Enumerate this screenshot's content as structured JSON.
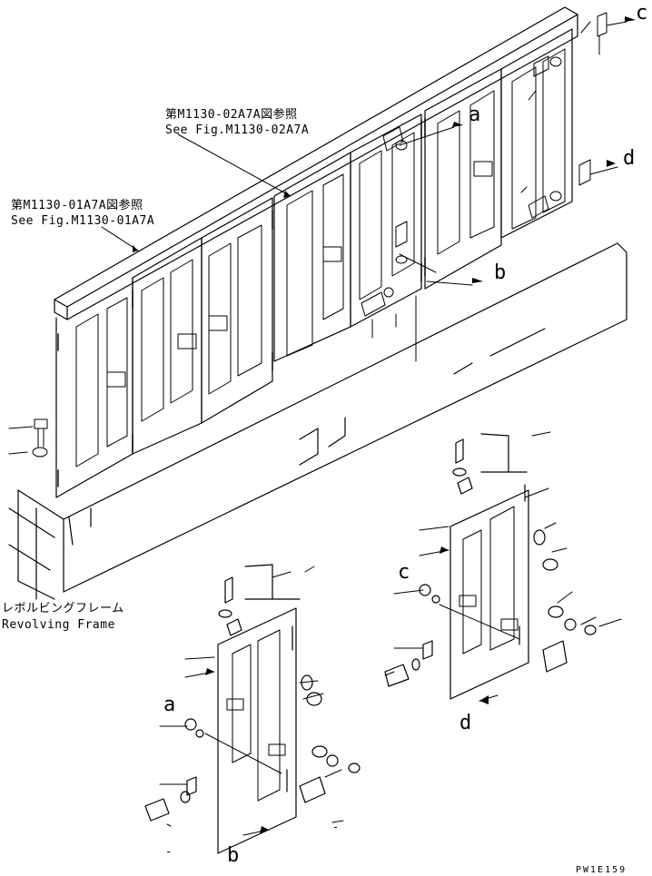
{
  "references": {
    "ref1": {
      "jp": "第M1130-01A7A図参照",
      "en": "See Fig.M1130-01A7A"
    },
    "ref2": {
      "jp": "第M1130-02A7A図参照",
      "en": "See Fig.M1130-02A7A"
    }
  },
  "frame_label": {
    "jp": "レボルビングフレーム",
    "en": "Revolving Frame"
  },
  "callouts": {
    "a": "a",
    "b": "b",
    "c": "c",
    "d": "d"
  },
  "drawing_code": "PW1E159",
  "dash_marks": [
    "-",
    "-"
  ]
}
